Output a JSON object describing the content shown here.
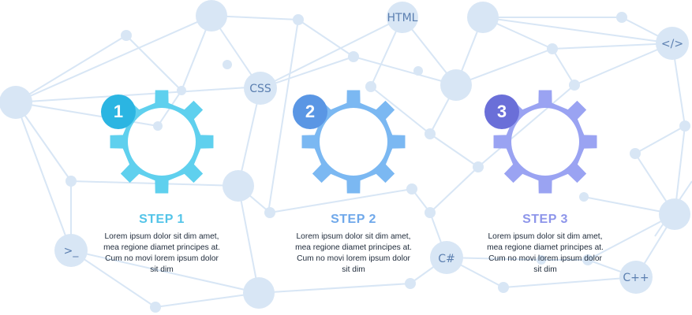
{
  "tech_labels": {
    "html": "HTML",
    "css": "CSS",
    "tags": "</>",
    "terminal": ">_",
    "csharp": "C#",
    "cpp": "C++"
  },
  "steps": [
    {
      "number": "1",
      "title": "STEP 1",
      "description": "Lorem ipsum dolor sit dim amet, mea regione diamet principes at. Cum no movi lorem ipsum dolor sit dim",
      "gear_color": "#5fd0ee",
      "badge_color": "#2bb5e2",
      "title_color": "#53c4e8"
    },
    {
      "number": "2",
      "title": "STEP 2",
      "description": "Lorem ipsum dolor sit dim amet, mea regione diamet principes at. Cum no movi lorem ipsum dolor sit dim",
      "gear_color": "#7bb8f2",
      "badge_color": "#5a96e4",
      "title_color": "#6fa8ea"
    },
    {
      "number": "3",
      "title": "STEP 3",
      "description": "Lorem ipsum dolor sit dim amet, mea regione diamet principes at. Cum no movi lorem ipsum dolor sit dim",
      "gear_color": "#9aa3f2",
      "badge_color": "#6a6fd8",
      "title_color": "#8d95ea"
    }
  ]
}
